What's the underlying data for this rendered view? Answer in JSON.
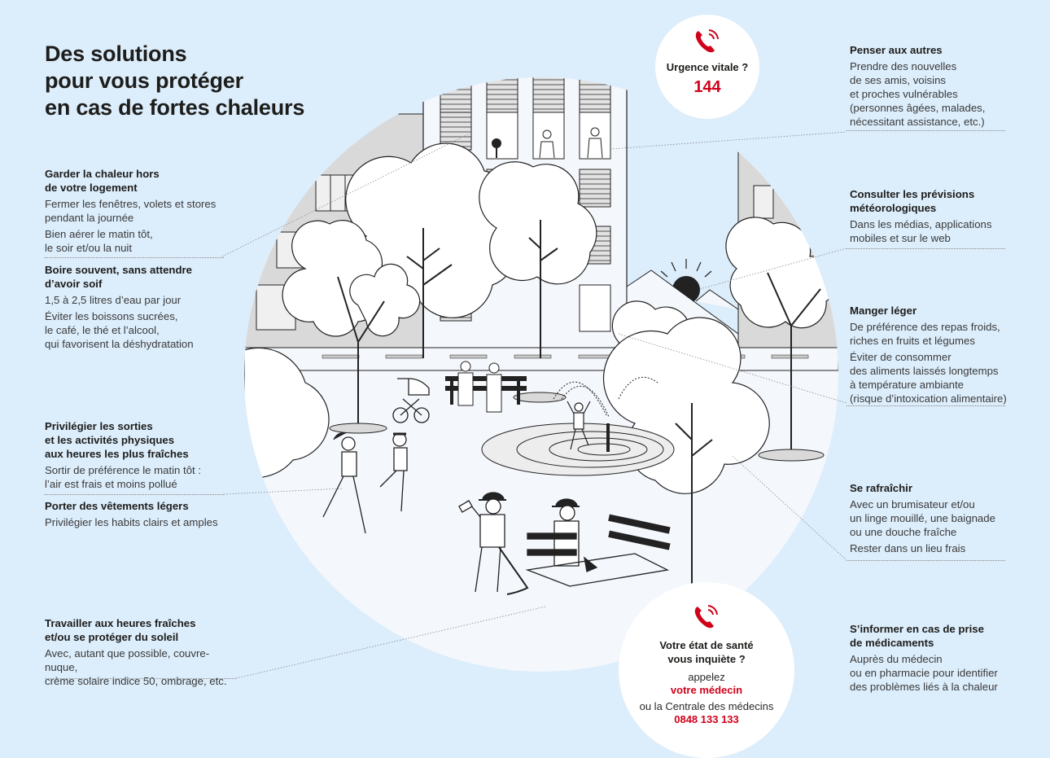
{
  "title": {
    "lines": [
      "Des solutions",
      "pour vous protéger",
      "en cas de fortes chaleurs"
    ]
  },
  "emergency": {
    "icon": "phone-icon",
    "question": "Urgence vitale ?",
    "number": "144"
  },
  "doctor": {
    "icon": "phone-icon",
    "question_lines": [
      "Votre état de santé",
      "vous inquiète ?"
    ],
    "call": "appelez",
    "who": "votre médecin",
    "or": "ou la Centrale des médecins",
    "number": "0848 133 133"
  },
  "left_tips": [
    {
      "heading": [
        "Garder la chaleur hors",
        "de votre logement"
      ],
      "paragraphs": [
        [
          "Fermer les fenêtres, volets et stores",
          "pendant la journée"
        ],
        [
          "Bien aérer le matin tôt,",
          "le soir et/ou la nuit"
        ]
      ]
    },
    {
      "heading": [
        "Boire souvent, sans attendre",
        "d’avoir soif"
      ],
      "paragraphs": [
        [
          "1,5 à 2,5 litres d’eau par jour"
        ],
        [
          "Éviter les boissons sucrées,",
          "le café, le thé et l’alcool,",
          "qui favorisent la déshydratation"
        ]
      ]
    },
    {
      "heading": [
        "Privilégier les sorties",
        "et les activités physiques",
        "aux heures les plus fraîches"
      ],
      "paragraphs": [
        [
          "Sortir de préférence le matin tôt :",
          "l’air est frais et moins pollué"
        ]
      ]
    },
    {
      "heading": [
        "Porter des vêtements légers"
      ],
      "paragraphs": [
        [
          "Privilégier les habits clairs et amples"
        ]
      ]
    },
    {
      "heading": [
        "Travailler aux heures fraîches",
        "et/ou se protéger du soleil"
      ],
      "paragraphs": [
        [
          "Avec, autant que possible, couvre-nuque,",
          "crème solaire indice 50, ombrage, etc."
        ]
      ]
    }
  ],
  "right_tips": [
    {
      "heading": [
        "Penser aux autres"
      ],
      "paragraphs": [
        [
          "Prendre des nouvelles",
          "de ses amis, voisins",
          "et proches vulnérables",
          "(personnes âgées, malades,",
          "nécessitant assistance, etc.)"
        ]
      ]
    },
    {
      "heading": [
        "Consulter les prévisions",
        "météorologiques"
      ],
      "paragraphs": [
        [
          "Dans les médias, applications",
          "mobiles et sur le web"
        ]
      ]
    },
    {
      "heading": [
        "Manger léger"
      ],
      "paragraphs": [
        [
          "De préférence des repas froids,",
          "riches en fruits et légumes"
        ],
        [
          "Éviter de consommer",
          "des aliments laissés longtemps",
          "à température ambiante",
          "(risque d’intoxication alimentaire)"
        ]
      ]
    },
    {
      "heading": [
        "Se rafraîchir"
      ],
      "paragraphs": [
        [
          "Avec un brumisateur et/ou",
          "un linge mouillé, une baignade",
          "ou une douche fraîche"
        ],
        [
          "Rester dans un lieu frais"
        ]
      ]
    },
    {
      "heading": [
        "S’informer en cas de prise",
        "de médicaments"
      ],
      "paragraphs": [
        [
          "Auprès du médecin",
          "ou en pharmacie pour identifier",
          "des problèmes liés à la chaleur"
        ]
      ]
    }
  ],
  "colors": {
    "background": "#dcedfb",
    "scene": "#f4f7fc",
    "accent_red": "#d0021b",
    "ink": "#1d1d1b",
    "shade": "#d9d9d9"
  }
}
